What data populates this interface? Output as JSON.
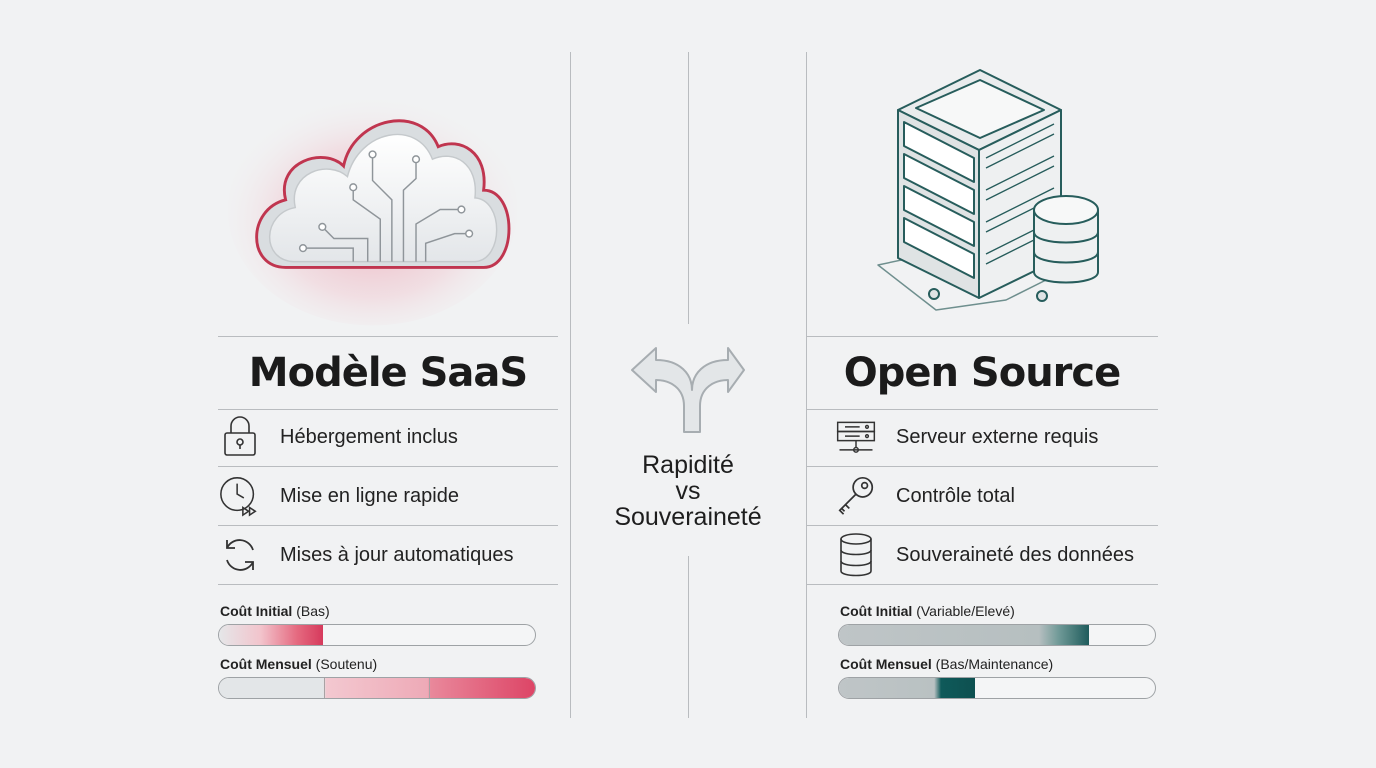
{
  "left": {
    "title": "Modèle SaaS",
    "features": [
      {
        "icon": "lock-icon",
        "label": "Hébergement inclus"
      },
      {
        "icon": "clock-fast-forward-icon",
        "label": "Mise en ligne rapide"
      },
      {
        "icon": "refresh-icon",
        "label": "Mises à jour automatiques"
      }
    ],
    "costs": [
      {
        "title": "Coût Initial",
        "detail": "(Bas)",
        "level": 0.33
      },
      {
        "title": "Coût Mensuel",
        "detail": "(Soutenu)",
        "level": 1.0
      }
    ],
    "accent": "#d63a5c"
  },
  "center": {
    "line1": "Rapidité",
    "line2": "vs",
    "line3": "Souveraineté",
    "icon": "split-arrow-icon"
  },
  "right": {
    "title": "Open Source",
    "features": [
      {
        "icon": "server-icon",
        "label": "Serveur externe requis"
      },
      {
        "icon": "key-icon",
        "label": "Contrôle total"
      },
      {
        "icon": "database-icon",
        "label": "Souveraineté des données"
      }
    ],
    "costs": [
      {
        "title": "Coût Initial",
        "detail": "(Variable/Elevé)",
        "level": 0.79
      },
      {
        "title": "Coût Mensuel",
        "detail": "(Bas/Maintenance)",
        "level": 0.43
      }
    ],
    "accent": "#0f5a5a"
  }
}
